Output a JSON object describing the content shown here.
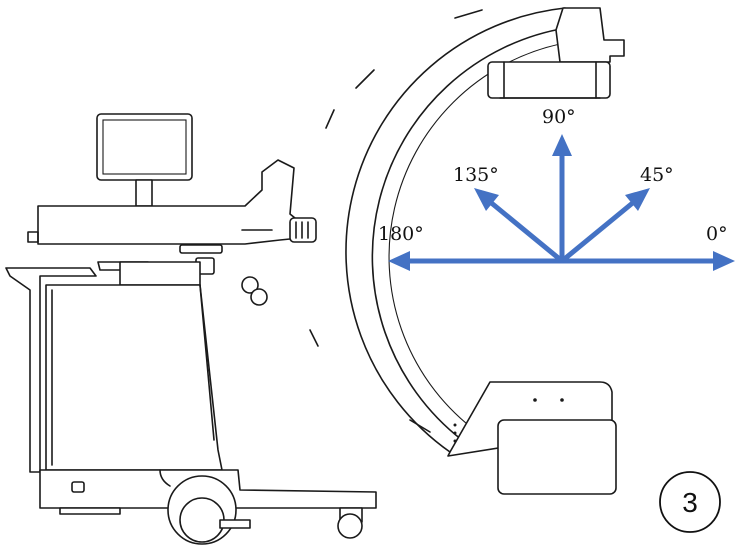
{
  "angles": {
    "a0": "0°",
    "a45": "45°",
    "a90": "90°",
    "a135": "135°",
    "a180": "180°"
  },
  "step_number": "3",
  "colors": {
    "arrow": "#4472c4",
    "line_art": "#1a1a1a",
    "background": "#ffffff"
  }
}
